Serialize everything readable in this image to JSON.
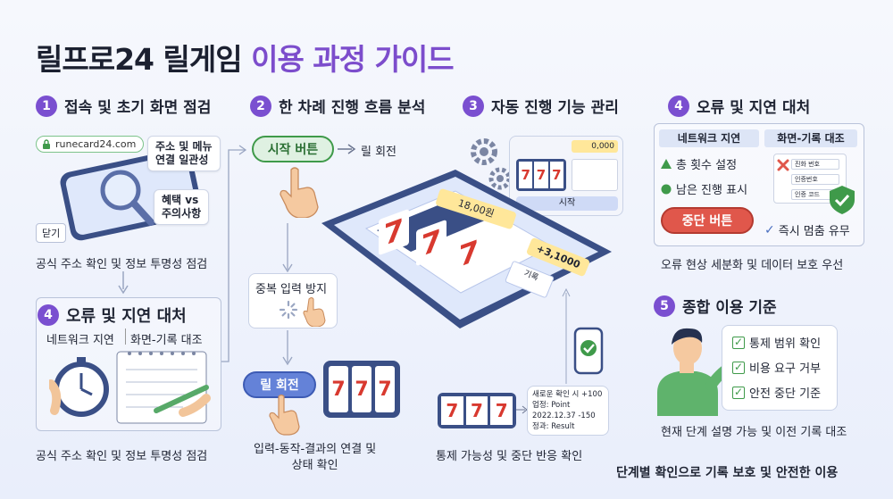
{
  "title": {
    "main": "릴프로24 릴게임",
    "accent": "이용 과정 가이드"
  },
  "section1": {
    "num": "1",
    "title": "접속 및 초기 화면 점검",
    "url": "runecard24.com",
    "note_menu": "주소 및 메뉴\n연결 일관성",
    "note_benefit": "혜택 vs\n주의사항",
    "close_label": "닫기",
    "caption": "공식 주소 확인 및 정보 투명성 점검"
  },
  "section2": {
    "num": "2",
    "title": "한 차례 진행 흐름 분석",
    "start_button": "시작 버튼",
    "reel_spin": "릴 회전",
    "dup_prevent": "중복 입력 방지",
    "reel_spin_button": "릴 회전",
    "caption": "입력-동작-결과의 연결 및\n상태 확인"
  },
  "section3": {
    "num": "3",
    "title": "자동 진행 기능 관리",
    "mini_value": "0,000",
    "mini_start": "시작",
    "amount": "18,00원",
    "plus_amount": "+3,1000",
    "history_label": "기록",
    "log": {
      "line1": "새로운 확인 시 +100",
      "line2": "업정: Point",
      "line3": "2022.12.37 -150",
      "line4": "정과: Result"
    },
    "caption": "통제 가능성 및 중단 반응 확인"
  },
  "section4_right": {
    "num": "4",
    "title": "오류 및 지연 대처",
    "network_header": "네트워크 지연",
    "screen_header": "화면-기록 대조",
    "total_setting": "총 횟수 설정",
    "remaining": "남은 진행 표시",
    "stop_button": "중단 버튼",
    "instant_stop": "즉시 멈춤 유무",
    "form_fields": [
      "진화 번호",
      "인증번호",
      "인증 코드"
    ],
    "caption": "오류 현상 세분화 및 데이터 보호 우선"
  },
  "section4_left": {
    "num": "4",
    "title": "오류 및 지연 대처",
    "network": "네트워크 지연",
    "screen": "화면-기록 대조",
    "caption": "공식 주소 확인 및 정보 투명성 점검"
  },
  "section5": {
    "num": "5",
    "title": "종합 이용 기준",
    "checks": [
      "통제 범위 확인",
      "비용 요구 거부",
      "안전 중단 기준"
    ],
    "caption": "현재 단계 설명 가능 및 이전 기록 대조"
  },
  "footer": "단계별 확인으로 기록 보호 및 안전한 이용",
  "reel_symbol": "7",
  "colors": {
    "accent": "#7c4dcc",
    "number_badge": "#7a4fd0",
    "green": "#3f9a4a",
    "red_button": "#e0574b",
    "blue_button": "#5b7bd6"
  }
}
